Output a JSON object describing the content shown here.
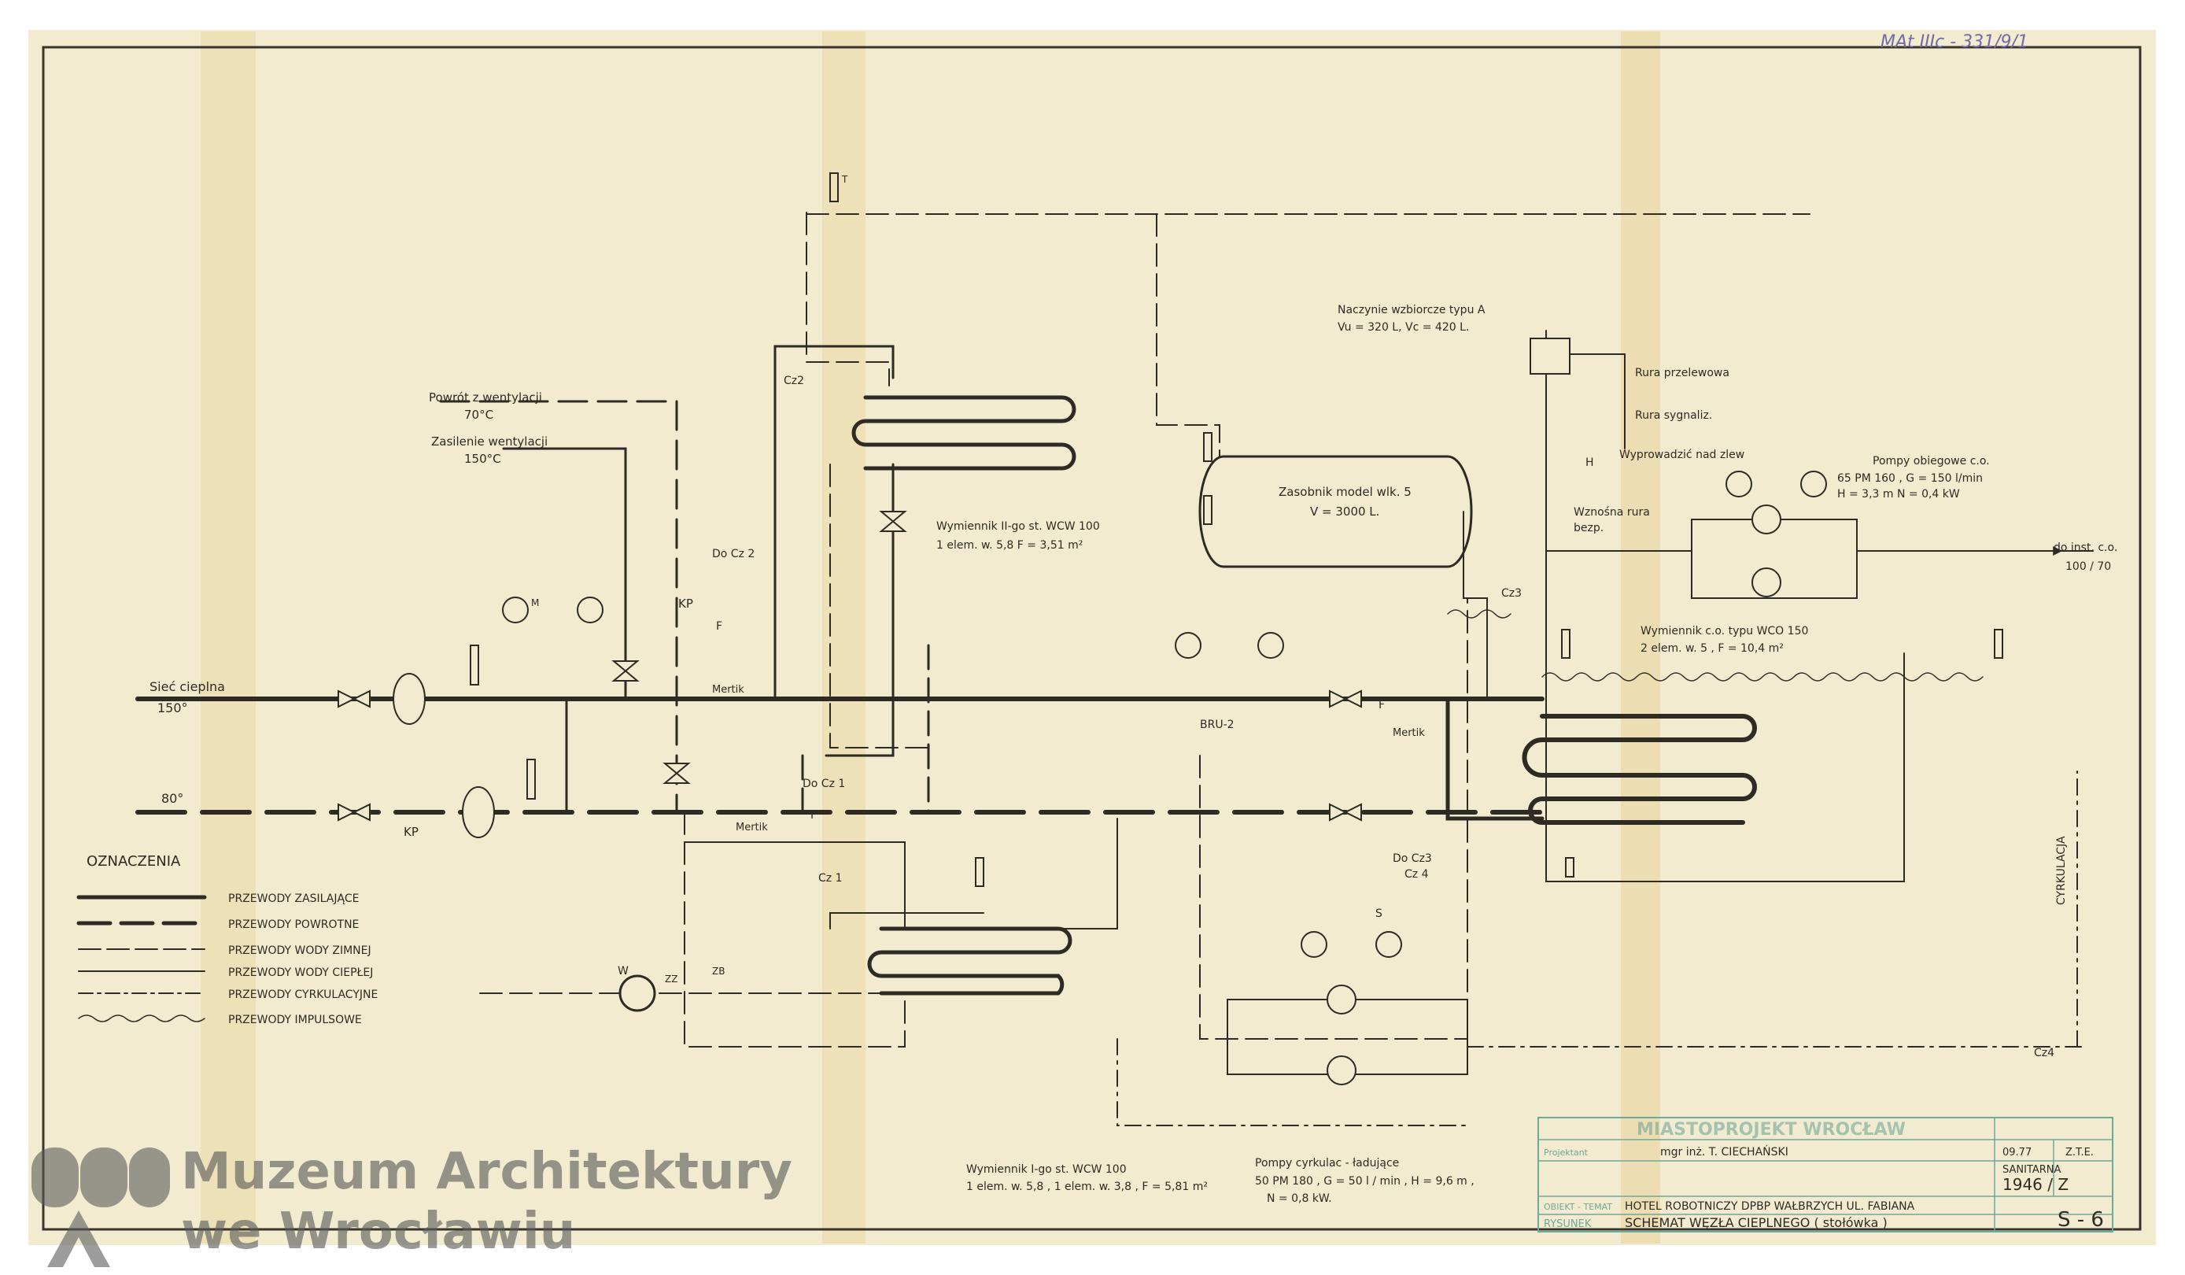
{
  "archive_code": "MAt IIIc - 331/9/1",
  "legend": {
    "title": "OZNACZENIA",
    "items": [
      {
        "label": "PRZEWODY  ZASILAJĄCE",
        "style": "supply"
      },
      {
        "label": "PRZEWODY  POWROTNE",
        "style": "return"
      },
      {
        "label": "PRZEWODY  WODY  ZIMNEJ",
        "style": "cold"
      },
      {
        "label": "PRZEWODY  WODY  CIEPŁEJ",
        "style": "hot"
      },
      {
        "label": "PRZEWODY  CYRKULACYJNE",
        "style": "circ"
      },
      {
        "label": "PRZEWODY  IMPULSOWE",
        "style": "impulse"
      }
    ]
  },
  "labels": {
    "siec": "Sieć cieplna",
    "siec_temp": "150°",
    "ret_temp": "80°",
    "kp1": "KP",
    "kp2": "KP",
    "powrot": "Powrót z wentylacji",
    "powrot_temp": "70°C",
    "zasilenie": "Zasilenie wentylacji",
    "zasilenie_temp": "150°C",
    "docz2": "Do Cz 2",
    "docz1": "Do Cz 1",
    "docz3": "Do Cz3",
    "cz4_a": "Cz 4",
    "cz2": "Cz2",
    "cz1": "Cz 1",
    "cz3": "Cz3",
    "cz4": "Cz4",
    "mertik1": "Mertik",
    "mertik2": "Mertik",
    "mertik3": "Mertik",
    "bru": "BRU-2",
    "f1": "F",
    "f2": "F",
    "f3": "F",
    "s": "S",
    "w": "W",
    "zz": "ZZ",
    "zb": "ZB",
    "h": "H",
    "t": "T",
    "m": "M",
    "wym2_a": "Wymiennik  II-go  st.  WCW 100",
    "wym2_b": "1 elem.  w. 5,8    F = 3,51 m²",
    "wym1_a": "Wymiennik  I-go  st.  WCW 100",
    "wym1_b": "1 elem.  w. 5,8 , 1 elem.  w. 3,8 , F = 5,81 m²",
    "zas_a": "Zasobnik  model  wlk. 5",
    "zas_b": "V = 3000 L.",
    "nacz_a": "Naczynie  wzbiorcze  typu A",
    "nacz_b": "Vu = 320 L,  Vc = 420 L.",
    "rura1": "Rura  przelewowa",
    "rura2": "Rura  sygnaliz.",
    "wypro": "Wyprowadzić  nad  zlew",
    "wzn_a": "Wznośna  rura",
    "wzn_b": "bezp.",
    "pompy_a": "Pompy  obiegowe  c.o.",
    "pompy_b": "65 PM 160 ,  G = 150 l/min",
    "pompy_c": "H = 3,3 m       N = 0,4 kW",
    "doinst_a": "do inst.  c.o.",
    "doinst_b": "100 / 70",
    "wymco_a": "Wymiennik  c.o.  typu  WCO 150",
    "wymco_b": "2 elem.  w. 5 ,  F = 10,4 m²",
    "cyrk": "CYRKULACJA",
    "pc_a": "Pompy  cyrkulac - ładujące",
    "pc_b": "50 PM 180 ,  G = 50 l / min ,  H = 9,6 m ,",
    "pc_c": "N = 0,8 kW."
  },
  "title_block": {
    "header": "MIASTOPROJEKT  WROCŁAW",
    "projektant_label": "Projektant",
    "projektant": "mgr inż.   T. CIECHAŃSKI",
    "date": "09.77",
    "dept": "Z.T.E.",
    "branch": "SANITARNA",
    "number": "1946 / Z",
    "obiekt_label": "OBIEKT - TEMAT",
    "obiekt": "HOTEL  ROBOTNICZY  DPBP  WAŁBRZYCH  UL. FABIANA",
    "rysunek_label": "RYSUNEK",
    "rysunek": "SCHEMAT  WĘZŁA  CIEPLNEGO  ( stołówka )",
    "sheet": "S - 6"
  },
  "watermark": {
    "line1": "Muzeum Architektury",
    "line2": "we Wrocławiu"
  }
}
